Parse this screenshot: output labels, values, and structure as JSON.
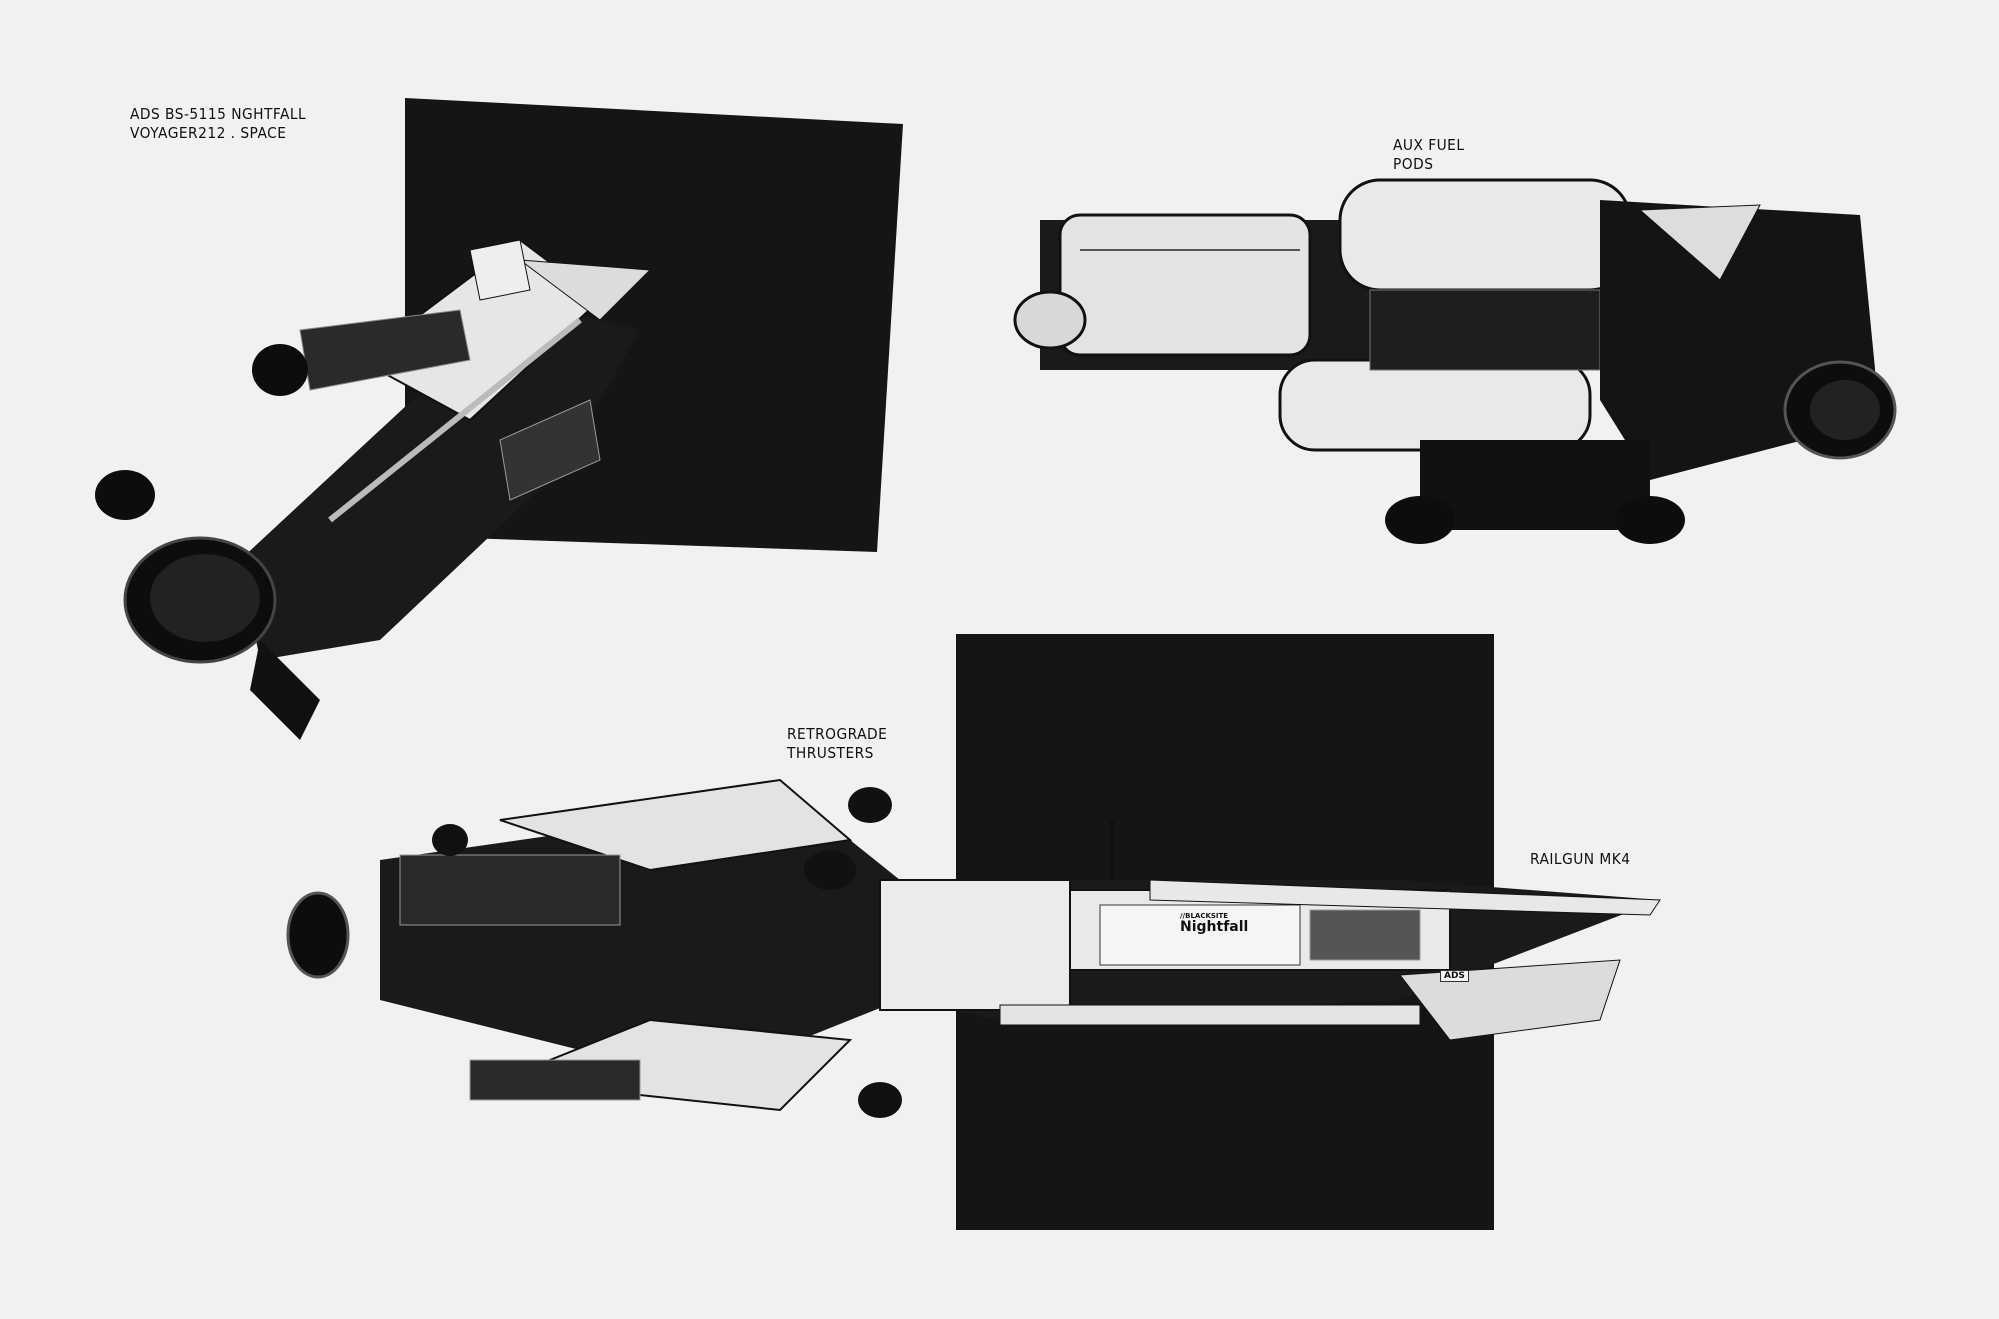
{
  "sheet": {
    "title_line1": "ADS BS-5115 NGHTFALL",
    "title_line2": "VOYAGER212 . SPACE"
  },
  "callouts": {
    "aux_fuel_pods_line1": "AUX FUEL",
    "aux_fuel_pods_line2": "PODS",
    "retrograde_line1": "RETROGRADE",
    "retrograde_line2": "THRUSTERS",
    "railgun": "RAILGUN MK4"
  },
  "hull_markings": {
    "blacksite": "//BLACKSITE",
    "ship_name": "Nightfall",
    "ads": "ADS"
  },
  "colors": {
    "paper": "#f1f1f1",
    "backdrop": "#151518",
    "hull_light": "#e8e8e8",
    "hull_dark": "#1a1a1a"
  }
}
